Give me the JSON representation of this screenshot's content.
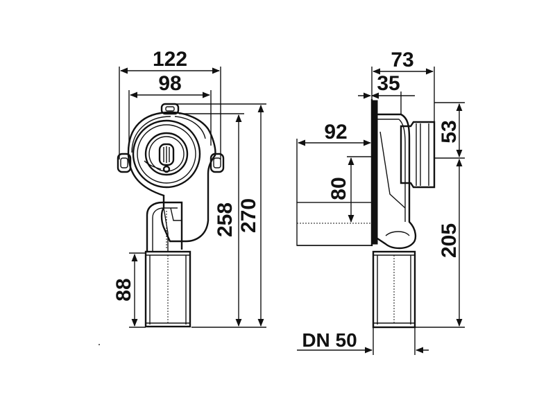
{
  "dimensions": {
    "width_outer": "122",
    "width_inner": "98",
    "height_258": "258",
    "height_270": "270",
    "height_88": "88",
    "depth_73": "73",
    "depth_35": "35",
    "depth_92": "92",
    "height_80": "80",
    "height_53": "53",
    "height_205": "205",
    "pipe_label": "DN 50"
  },
  "icons": {
    "drawing": "siphon-technical-drawing-icon"
  }
}
